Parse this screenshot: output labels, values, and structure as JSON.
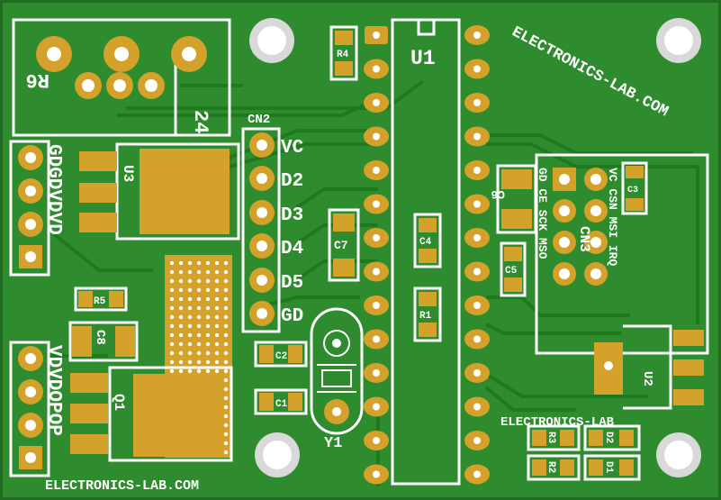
{
  "colors": {
    "board": "#2e8b2e",
    "board_edge": "#1f6b1f",
    "trace": "#1f7a1f",
    "copper": "#d4a12a",
    "copper_dark": "#b3861f",
    "hole": "#ffffff",
    "silk": "#ffffff",
    "mount_hole": "#d9d9d9"
  },
  "labels": {
    "brand_top": "ELECTRONICS-LAB.COM",
    "brand_bottom": "ELECTRONICS-LAB.COM",
    "brand_mid": "ELECTRONICS-LAB",
    "u1": "U1",
    "u2": "U2",
    "u3": "U3",
    "q1": "Q1",
    "y1": "Y1",
    "r1": "R1",
    "r2": "R2",
    "r3": "R3",
    "r4": "R4",
    "r5": "R5",
    "r6": "R6",
    "c1": "C1",
    "c2": "C2",
    "c3": "C3",
    "c4": "C4",
    "c5": "C5",
    "c6": "C6",
    "c7": "C7",
    "c8": "C8",
    "d1": "D1",
    "d2": "D2",
    "cn2": "CN2",
    "cn3": "CN3",
    "p24": "24",
    "cn2_pins": [
      "VC",
      "D2",
      "D3",
      "D4",
      "D5",
      "GD"
    ],
    "left_top_pins": "GDGDVDVD",
    "left_bottom_pins": "VDVDOPOP",
    "cn3_col1": "GD CE SCK MSO",
    "cn3_col2": "VC CSN MSI IRQ"
  }
}
